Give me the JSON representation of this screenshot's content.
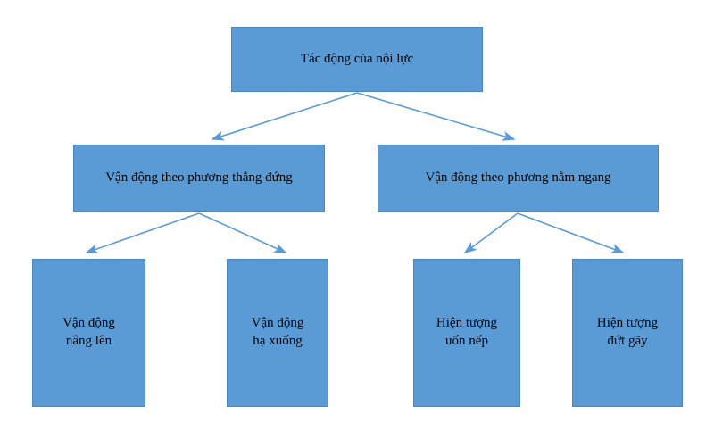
{
  "diagram": {
    "title_text": "Tác động của nội lực",
    "theme": {
      "node_fill": "#5B9BD5",
      "node_border": "#4A87BE",
      "arrow_color": "#5B9BD5",
      "text_color": "#000000",
      "background": "#FFFFFF"
    },
    "nodes": {
      "root": {
        "label": "Tác động của nội lực"
      },
      "level2": [
        {
          "label": "Vận động theo phương thẳng đứng"
        },
        {
          "label": "Vận động theo phương nằm ngang"
        }
      ],
      "level3": [
        {
          "label": "Vận động\nnâng lên"
        },
        {
          "label": "Vận động\nhạ xuống"
        },
        {
          "label": "Hiện tượng\nuốn nếp"
        },
        {
          "label": "Hiện tượng\nđứt gãy"
        }
      ]
    },
    "connectors": [
      {
        "from": "root",
        "to": "level2-vertical"
      },
      {
        "from": "root",
        "to": "level2-horizontal"
      },
      {
        "from": "level2-vertical",
        "to": "level3-uplift"
      },
      {
        "from": "level2-vertical",
        "to": "level3-subsidence"
      },
      {
        "from": "level2-horizontal",
        "to": "level3-folding"
      },
      {
        "from": "level2-horizontal",
        "to": "level3-faulting"
      }
    ]
  }
}
